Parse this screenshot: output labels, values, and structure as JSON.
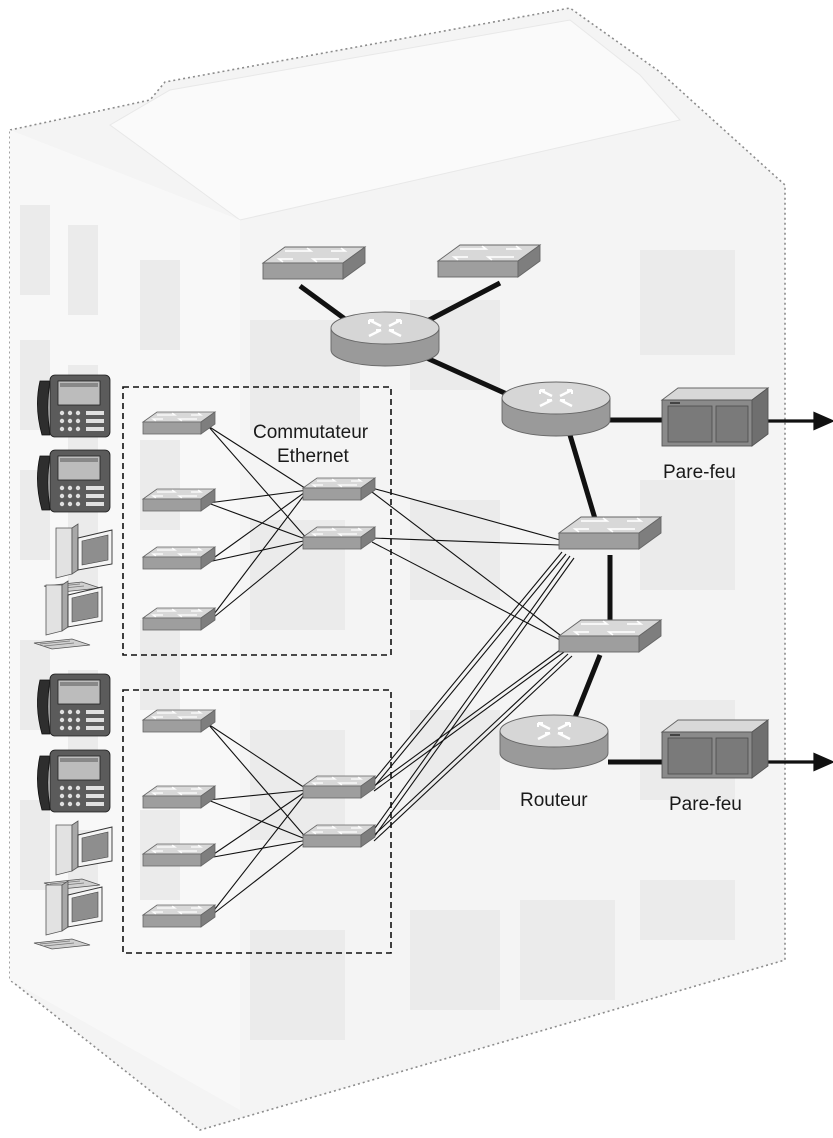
{
  "labels": {
    "ethernet_switch_line1": "Commutateur",
    "ethernet_switch_line2": "Ethernet",
    "firewall_top": "Pare-feu",
    "firewall_bottom": "Pare-feu",
    "router": "Routeur"
  },
  "colors": {
    "building_fill": "#f3f3f3",
    "building_edge": "#8c8c8c",
    "device_top": "#d6d6d6",
    "device_front": "#9a9a9a",
    "device_side": "#7c7c7c",
    "link": "#111111"
  },
  "icons": {
    "switch": "switch-icon",
    "router": "router-icon",
    "firewall": "firewall-icon",
    "ip_phone": "ip-phone-icon",
    "workstation": "workstation-icon"
  }
}
